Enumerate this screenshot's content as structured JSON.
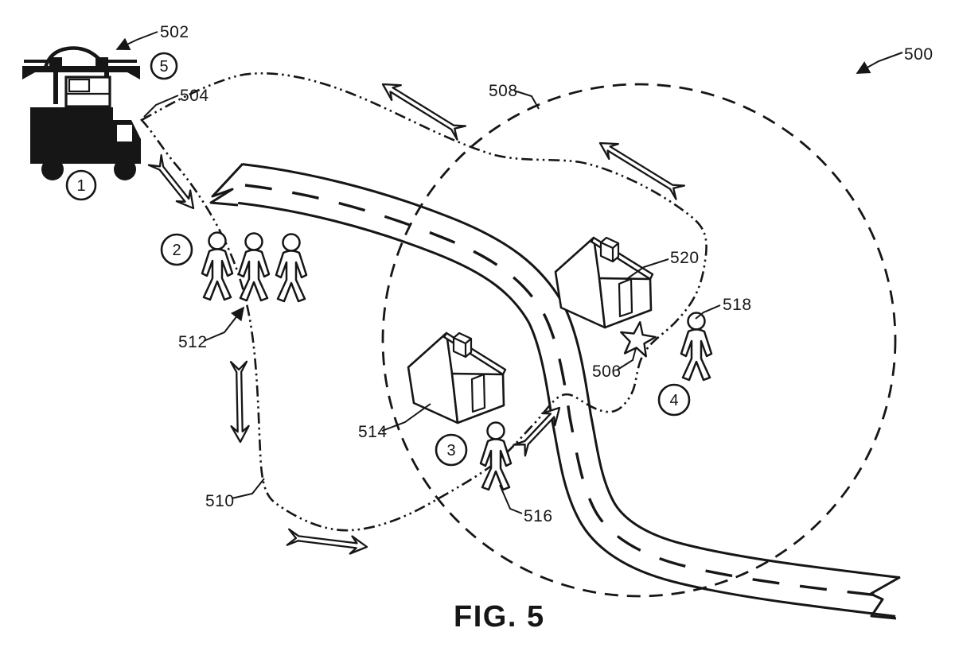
{
  "figure": {
    "caption": "FIG. 5",
    "badges": {
      "truck": "1",
      "bystanders": "2",
      "recipient": "3",
      "delivery_zone": "4",
      "drone": "5"
    },
    "labels": {
      "system": "500",
      "drone": "502",
      "launch_path": "504",
      "delivery_location": "506",
      "geofence": "508",
      "route": "510",
      "bystanders": "512",
      "house_near": "514",
      "person_near_house": "516",
      "person_delivery": "518",
      "house_far": "520"
    }
  }
}
